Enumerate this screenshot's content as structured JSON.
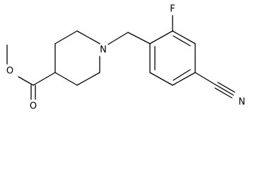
{
  "molecule": {
    "atoms": {
      "nitrogen": "N",
      "fluorine": "F",
      "nitrile_nitrogen": "N",
      "ester_oxygen": "O",
      "carbonyl_oxygen": "O"
    }
  }
}
